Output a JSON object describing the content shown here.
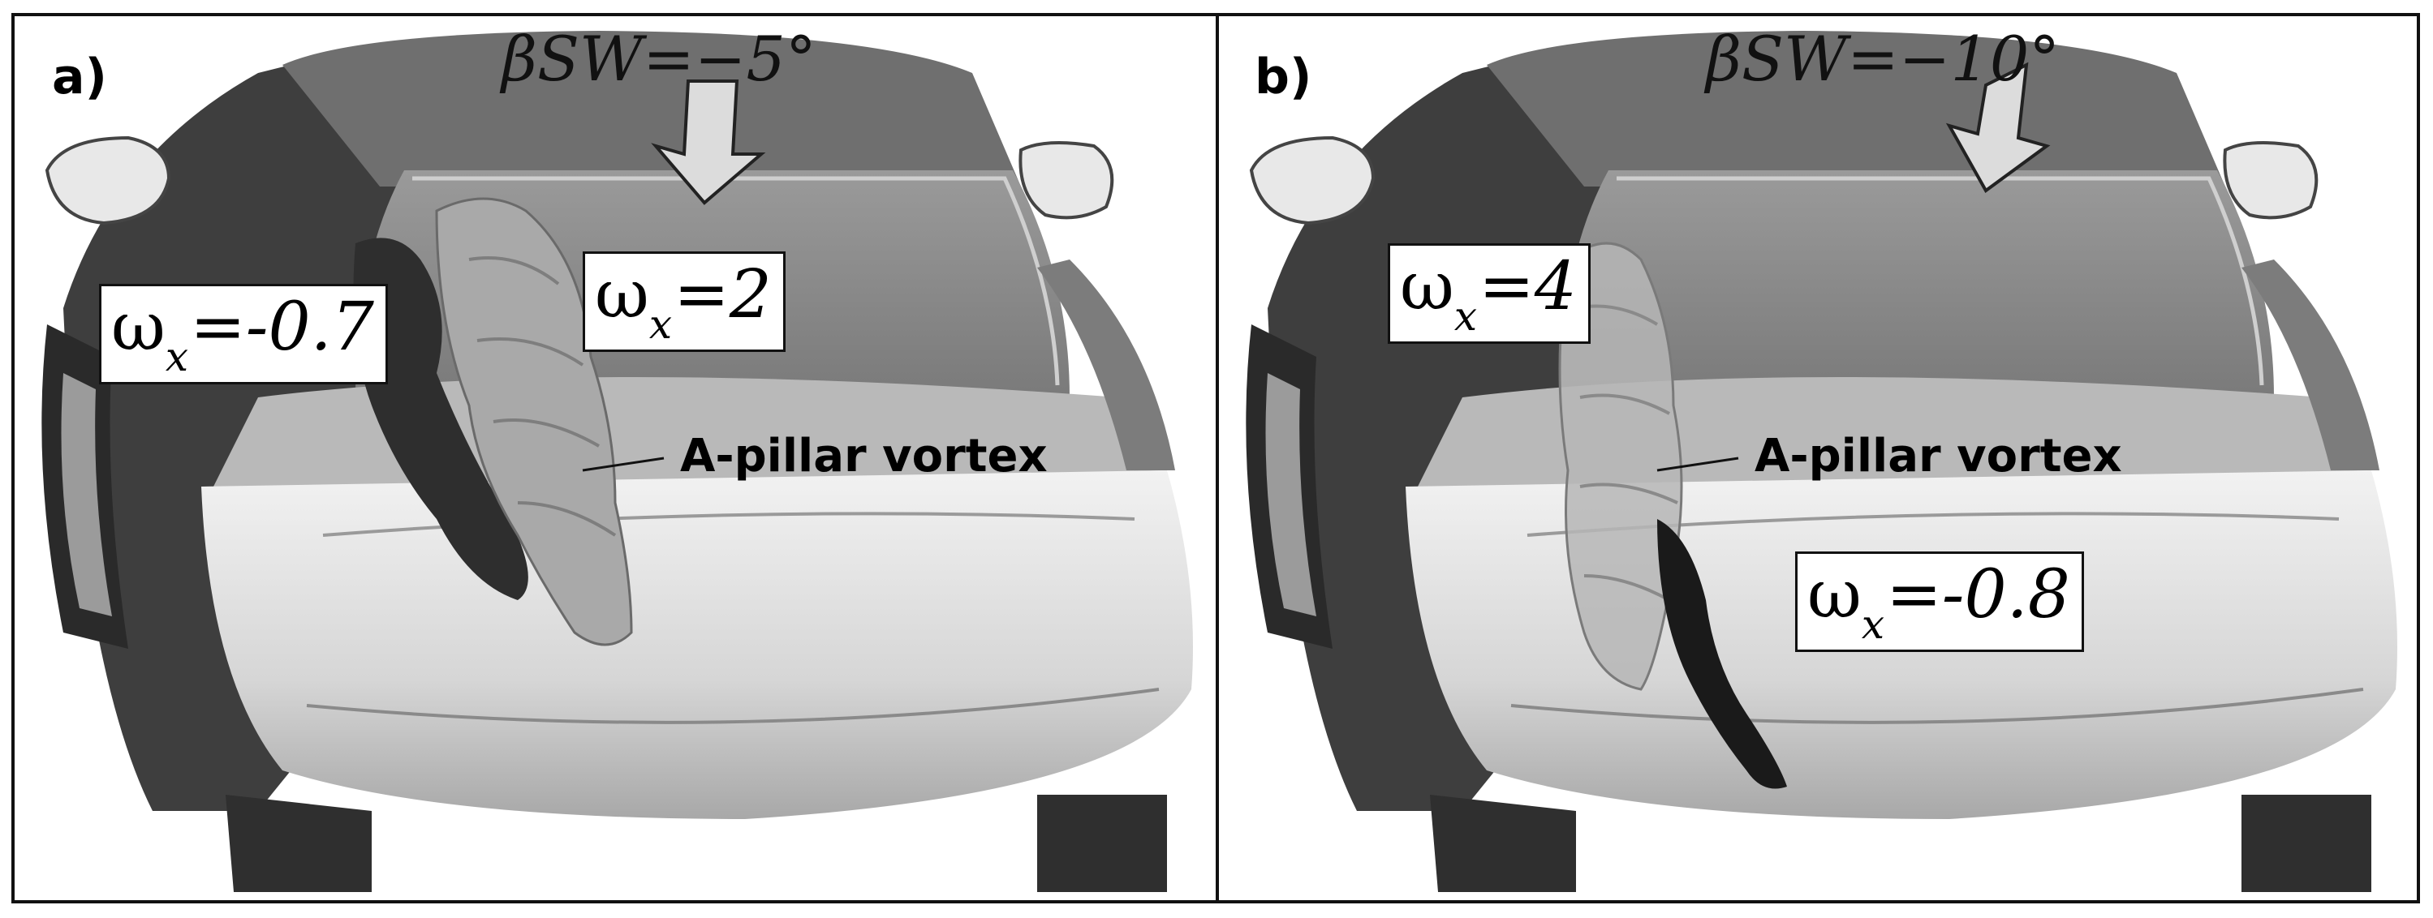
{
  "panels": [
    {
      "letter": "a)",
      "flow_angle": "βSW=−5°",
      "vorticity_labels": [
        {
          "symbol": "ω",
          "subscript": "x",
          "equals": "=",
          "value": "-0.7"
        },
        {
          "symbol": "ω",
          "subscript": "x",
          "equals": "=",
          "value": "2"
        }
      ],
      "vortex_label": "A-pillar vortex"
    },
    {
      "letter": "b)",
      "flow_angle": "βSW=−10°",
      "vorticity_labels": [
        {
          "symbol": "ω",
          "subscript": "x",
          "equals": "=",
          "value": "4"
        },
        {
          "symbol": "ω",
          "subscript": "x",
          "equals": "=",
          "value": "-0.8"
        }
      ],
      "vortex_label": "A-pillar vortex"
    }
  ]
}
